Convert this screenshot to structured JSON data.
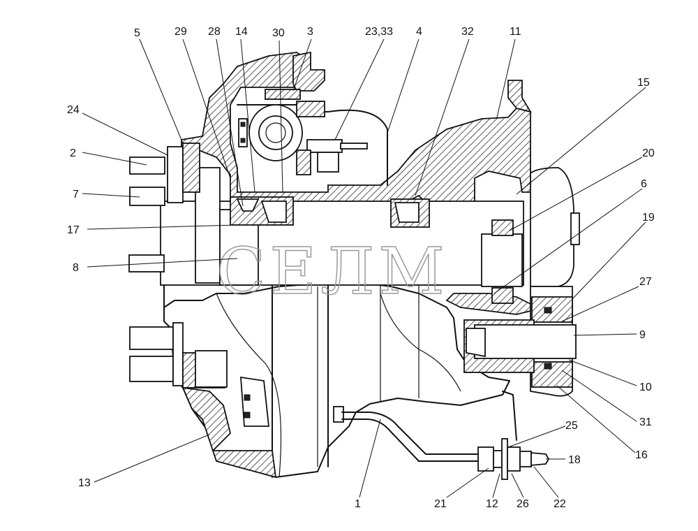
{
  "watermark": "СЕЛМ",
  "callouts": {
    "c5": "5",
    "c29": "29",
    "c28": "28",
    "c14": "14",
    "c30": "30",
    "c3": "3",
    "c2333": "23,33",
    "c4": "4",
    "c32": "32",
    "c11": "11",
    "c15": "15",
    "c24": "24",
    "c2": "2",
    "c7": "7",
    "c20": "20",
    "c6": "6",
    "c17": "17",
    "c19": "19",
    "c8": "8",
    "c27": "27",
    "c9": "9",
    "c10": "10",
    "c31": "31",
    "c16": "16",
    "c25": "25",
    "c18": "18",
    "c13": "13",
    "c1": "1",
    "c21": "21",
    "c12": "12",
    "c26": "26",
    "c22": "22"
  }
}
